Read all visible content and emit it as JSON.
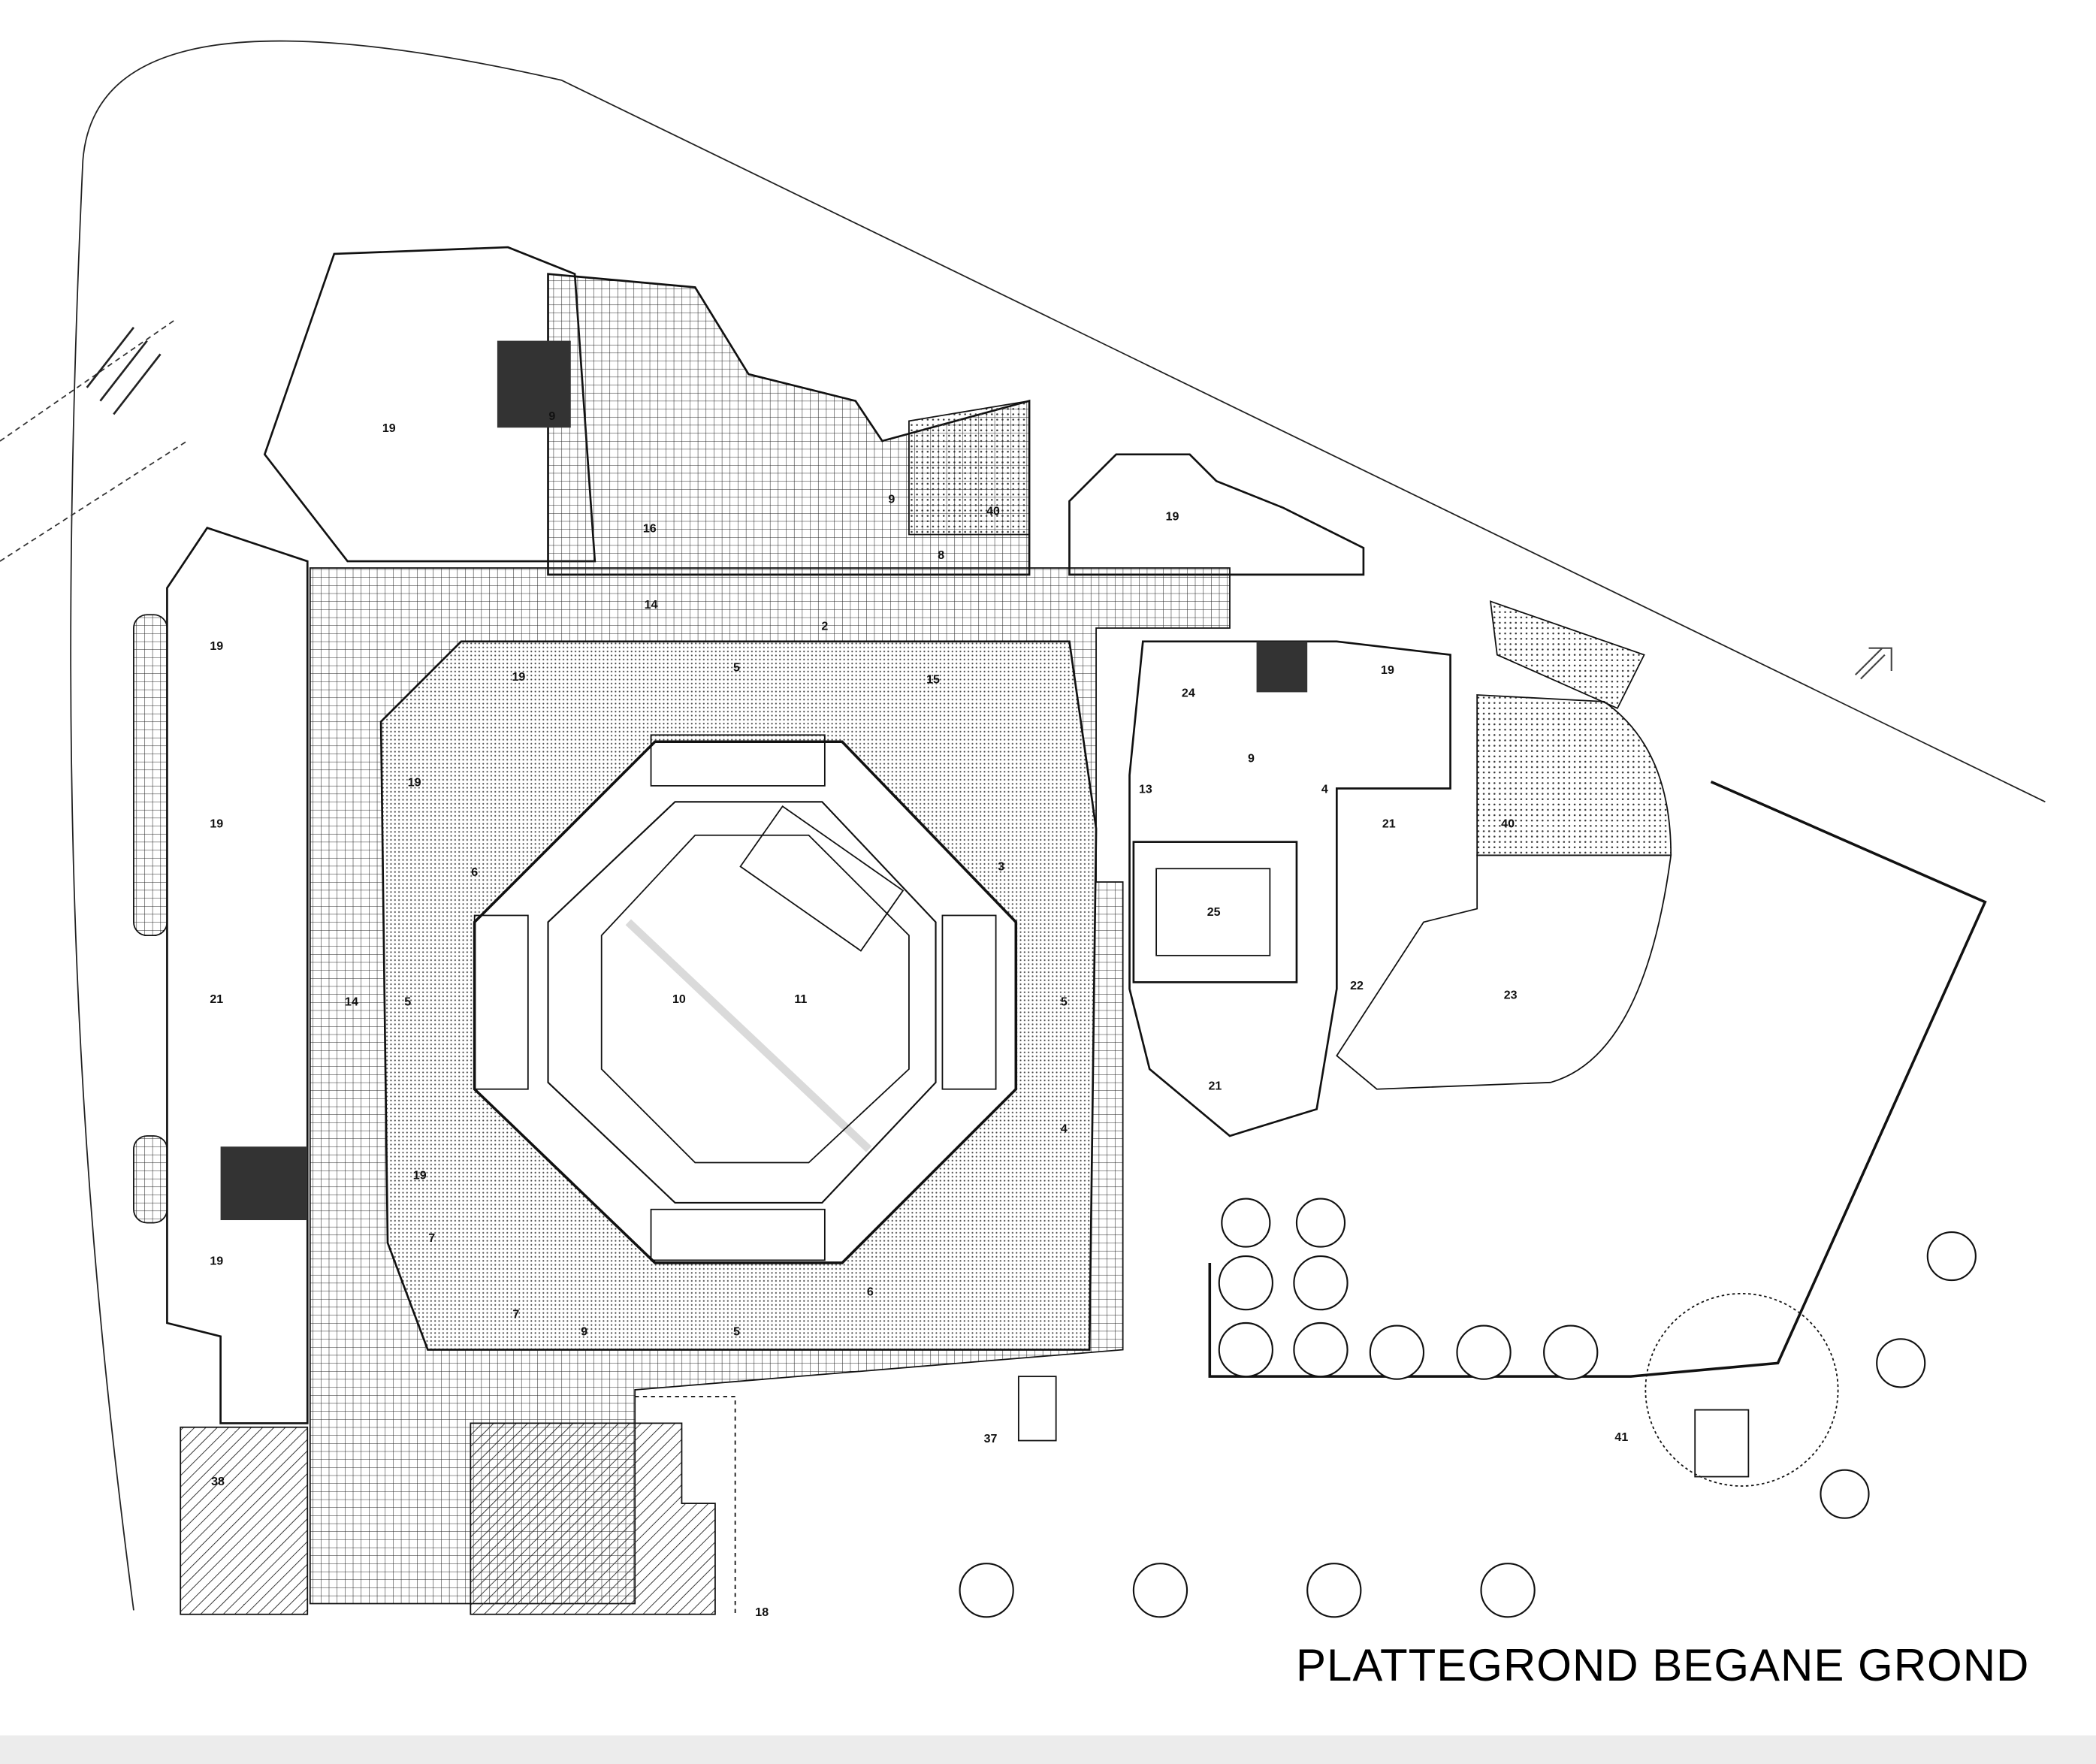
{
  "title": "PLATTEGROND BEGANE GROND",
  "room_labels": [
    "19",
    "9",
    "16",
    "9",
    "40",
    "8",
    "19",
    "14",
    "2",
    "5",
    "19",
    "15",
    "24",
    "19",
    "19",
    "19",
    "19",
    "9",
    "13",
    "4",
    "21",
    "40",
    "6",
    "3",
    "25",
    "21",
    "14",
    "5",
    "10",
    "11",
    "5",
    "22",
    "23",
    "21",
    "4",
    "19",
    "7",
    "19",
    "7",
    "9",
    "5",
    "6",
    "37",
    "41",
    "38",
    "18"
  ],
  "icons": {
    "north_arrow": "north-arrow-icon"
  },
  "colors": {
    "ink": "#111111",
    "paper": "#ffffff",
    "footer": "#ececec"
  }
}
